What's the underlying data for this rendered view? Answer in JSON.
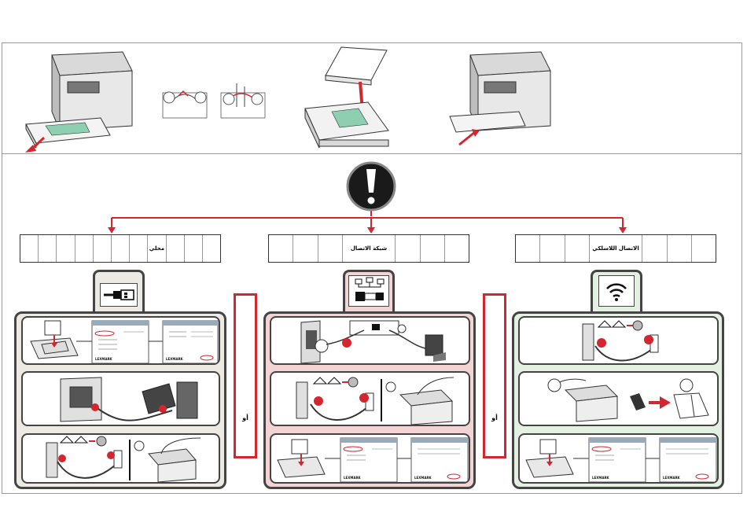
{
  "labels": {
    "usb_label": "محلي",
    "network_label": "شبكة الاتصال",
    "wireless_label": "الاتصال اللاسلكي",
    "or_left": "أو",
    "or_right": "أو"
  },
  "screens": {
    "brand": "LEXMARK"
  },
  "colors": {
    "accent_red": "#d3262e",
    "usb_panel": "#ede9e3",
    "network_panel": "#f2d4d4",
    "wireless_panel": "#e3f0e2",
    "outline": "#444444"
  },
  "icons": {
    "attention": "exclamation-icon",
    "usb": "usb-cable-icon",
    "network": "network-icon",
    "wireless": "wifi-icon"
  }
}
